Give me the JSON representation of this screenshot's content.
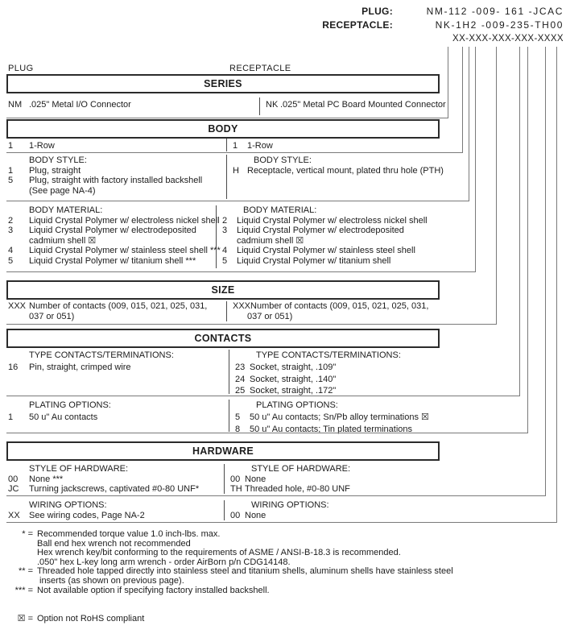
{
  "part_numbers": {
    "plug_label": "PLUG:",
    "plug_value": "NM-112 -009- 161 -JCAC",
    "receptacle_label": "RECEPTACLE:",
    "receptacle_value": "NK-1H2 -009-235-TH00",
    "mask": "XX-XXX-XXX-XXX-XXXX"
  },
  "columns": {
    "left": "PLUG",
    "right": "RECEPTACLE"
  },
  "series": {
    "title": "SERIES",
    "left": {
      "code": "NM",
      "text": ".025\" Metal I/O Connector"
    },
    "right": {
      "code": "NK",
      "text": ".025\" Metal PC Board Mounted Connector"
    }
  },
  "body": {
    "title": "BODY",
    "row": {
      "left": {
        "code": "1",
        "text": "1-Row"
      },
      "right": {
        "code": "1",
        "text": "1-Row"
      }
    },
    "style": {
      "left": {
        "label": "BODY STYLE:",
        "rows": [
          {
            "code": "1",
            "text": "Plug, straight"
          },
          {
            "code": "5",
            "text": "Plug, straight with factory installed backshell"
          },
          {
            "code": "",
            "text": "(See page NA-4)"
          }
        ]
      },
      "right": {
        "label": "BODY STYLE:",
        "rows": [
          {
            "code": "H",
            "text": "Receptacle, vertical mount, plated thru hole (PTH)"
          }
        ]
      }
    },
    "material": {
      "left": {
        "label": "BODY MATERIAL:",
        "rows": [
          {
            "code": "2",
            "text": "Liquid Crystal Polymer w/ electroless nickel shell"
          },
          {
            "code": "3",
            "text": "Liquid Crystal Polymer w/ electrodeposited"
          },
          {
            "code": "",
            "text": "cadmium shell  ☒"
          },
          {
            "code": "4",
            "text": "Liquid Crystal Polymer w/ stainless steel shell ***"
          },
          {
            "code": "5",
            "text": "Liquid Crystal Polymer w/ titanium shell ***"
          }
        ]
      },
      "right": {
        "label": "BODY MATERIAL:",
        "rows": [
          {
            "code": "2",
            "text": "Liquid Crystal Polymer w/ electroless nickel shell"
          },
          {
            "code": "3",
            "text": "Liquid Crystal Polymer w/ electrodeposited"
          },
          {
            "code": "",
            "text": "cadmium shell  ☒"
          },
          {
            "code": "4",
            "text": "Liquid Crystal Polymer w/ stainless steel shell"
          },
          {
            "code": "5",
            "text": "Liquid Crystal Polymer w/ titanium shell"
          }
        ]
      }
    }
  },
  "size": {
    "title": "SIZE",
    "left": {
      "rows": [
        {
          "code": "XXX",
          "text": "Number of contacts (009, 015, 021, 025, 031,"
        },
        {
          "code": "",
          "text": "037 or 051)"
        }
      ]
    },
    "right": {
      "rows": [
        {
          "code": "XXX",
          "text": "Number of contacts (009, 015, 021, 025, 031,"
        },
        {
          "code": "",
          "text": "037 or 051)"
        }
      ]
    }
  },
  "contacts": {
    "title": "CONTACTS",
    "type": {
      "left": {
        "label": "TYPE CONTACTS/TERMINATIONS:",
        "rows": [
          {
            "code": "16",
            "text": "Pin, straight, crimped wire"
          }
        ]
      },
      "right": {
        "label": "TYPE CONTACTS/TERMINATIONS:",
        "rows": [
          {
            "code": "23",
            "text": "Socket, straight, .109\""
          },
          {
            "code": "24",
            "text": "Socket, straight, .140\""
          },
          {
            "code": "25",
            "text": "Socket, straight, .172\""
          }
        ]
      }
    },
    "plating": {
      "left": {
        "label": "PLATING OPTIONS:",
        "rows": [
          {
            "code": "1",
            "text": "50 u\" Au contacts"
          }
        ]
      },
      "right": {
        "label": "PLATING OPTIONS:",
        "rows": [
          {
            "code": "5",
            "text": "50 u\" Au contacts; Sn/Pb alloy terminations  ☒"
          },
          {
            "code": "8",
            "text": "50 u\" Au contacts; Tin plated terminations"
          }
        ]
      }
    }
  },
  "hardware": {
    "title": "HARDWARE",
    "style": {
      "left": {
        "label": "STYLE OF HARDWARE:",
        "rows": [
          {
            "code": "00",
            "text": "None  ***"
          },
          {
            "code": "JC",
            "text": "Turning jackscrews, captivated #0-80 UNF*"
          }
        ]
      },
      "right": {
        "label": "STYLE OF HARDWARE:",
        "rows": [
          {
            "code": "00",
            "text": "None"
          },
          {
            "code": "TH",
            "text": "Threaded hole, #0-80 UNF"
          }
        ]
      }
    },
    "wiring": {
      "left": {
        "label": "WIRING OPTIONS:",
        "rows": [
          {
            "code": "XX",
            "text": "See wiring codes, Page NA-2"
          }
        ]
      },
      "right": {
        "label": "WIRING OPTIONS:",
        "rows": [
          {
            "code": "00",
            "text": "None"
          }
        ]
      }
    }
  },
  "footnotes": {
    "star": {
      "marker": "* =",
      "lines": [
        "Recommended torque value 1.0 inch-lbs. max.",
        "Ball end hex wrench not recommended",
        "Hex wrench key/bit conforming to the requirements of ASME / ANSI-B-18.3 is recommended.",
        ".050\" hex L-key long arm wrench - order AirBorn p/n CDG14148."
      ]
    },
    "double_star": {
      "marker": "** =",
      "lines": [
        "Threaded hole tapped directly into stainless steel and titanium shells, aluminum shells have stainless steel",
        "inserts (as shown on previous page)."
      ]
    },
    "triple_star": {
      "marker": "*** =",
      "lines": [
        "Not available option if specifying factory installed backshell."
      ]
    },
    "rohs": {
      "marker": "☒ =",
      "text": "Option not RoHS compliant"
    }
  }
}
